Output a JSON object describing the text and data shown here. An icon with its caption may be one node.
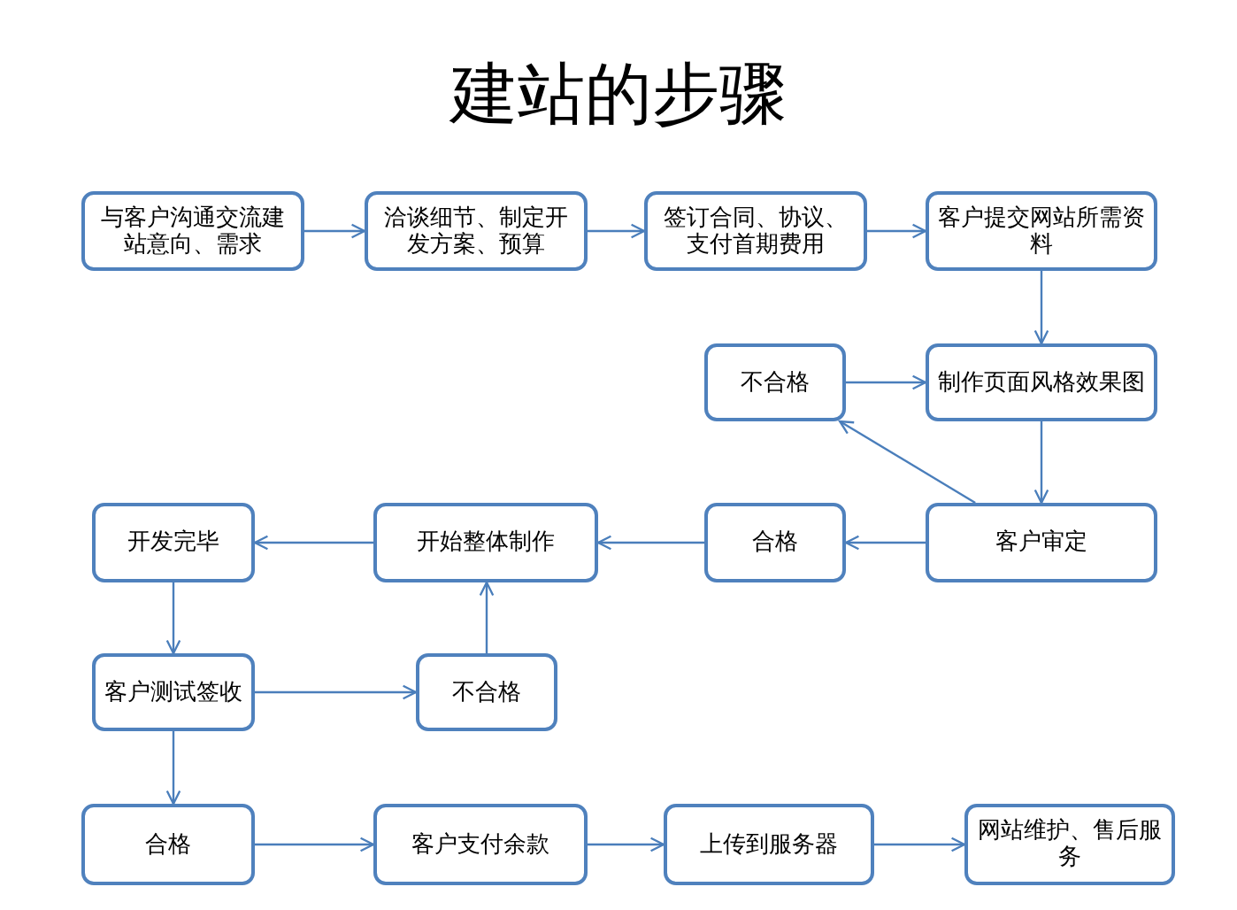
{
  "diagram": {
    "title": "建站的步骤",
    "nodes": [
      {
        "text": [
          "与客户沟通交流建站意向、需求"
        ]
      },
      {
        "text": [
          "洽谈细节、制定开发方案、预算"
        ]
      },
      {
        "text": [
          "签订合同、协议、支付首期费用"
        ]
      },
      {
        "text": [
          "客户提交网站所需资料"
        ]
      },
      {
        "text": [
          "不合格"
        ]
      },
      {
        "text": [
          "制作页面风格效果图"
        ]
      },
      {
        "text": [
          "开发完毕"
        ]
      },
      {
        "text": [
          "开始整体制作"
        ]
      },
      {
        "text": [
          "合格"
        ]
      },
      {
        "text": [
          "客户审定"
        ]
      },
      {
        "text": [
          "客户测试签收"
        ]
      },
      {
        "text": [
          "不合格"
        ]
      },
      {
        "text": [
          "合格"
        ]
      },
      {
        "text": [
          "客户支付余款"
        ]
      },
      {
        "text": [
          "上传到服务器"
        ]
      },
      {
        "text": [
          "网站维护、售后服务"
        ]
      }
    ],
    "edges": [
      {
        "from": 0,
        "to": 1,
        "arrow": "to"
      },
      {
        "from": 1,
        "to": 2,
        "arrow": "to"
      },
      {
        "from": 2,
        "to": 3,
        "arrow": "to"
      },
      {
        "from": 3,
        "to": 5,
        "arrow": "to"
      },
      {
        "from": 4,
        "to": 5,
        "arrow": "to"
      },
      {
        "from": 9,
        "to": 4,
        "arrow": "to"
      },
      {
        "from": 5,
        "to": 9,
        "arrow": "to"
      },
      {
        "from": 9,
        "to": 8,
        "arrow": "to"
      },
      {
        "from": 8,
        "to": 7,
        "arrow": "to"
      },
      {
        "from": 7,
        "to": 6,
        "arrow": "to"
      },
      {
        "from": 6,
        "to": 10,
        "arrow": "to"
      },
      {
        "from": 10,
        "to": 11,
        "arrow": "to"
      },
      {
        "from": 11,
        "to": 7,
        "arrow": "to"
      },
      {
        "from": 10,
        "to": 12,
        "arrow": "to"
      },
      {
        "from": 12,
        "to": 13,
        "arrow": "to"
      },
      {
        "from": 13,
        "to": 14,
        "arrow": "to"
      },
      {
        "from": 14,
        "to": 15,
        "arrow": "to"
      }
    ]
  }
}
